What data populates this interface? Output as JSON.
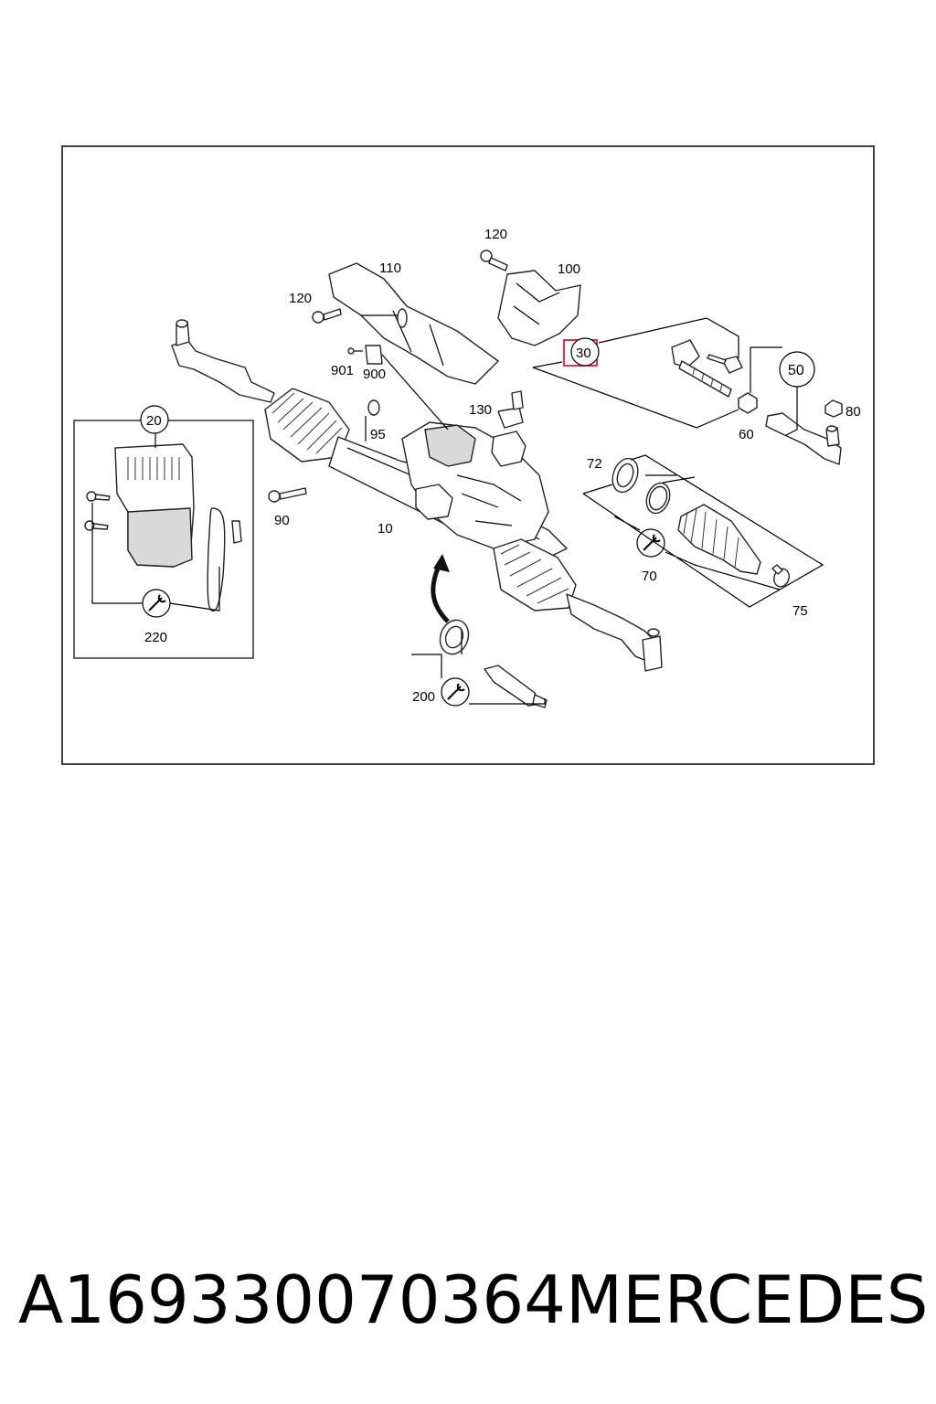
{
  "diagram": {
    "labels": {
      "l10": "10",
      "l20": "20",
      "l30": "30",
      "l50": "50",
      "l60": "60",
      "l70": "70",
      "l72": "72",
      "l75": "75",
      "l80": "80",
      "l90": "90",
      "l95": "95",
      "l100": "100",
      "l110": "110",
      "l120a": "120",
      "l120b": "120",
      "l130": "130",
      "l200": "200",
      "l220": "220",
      "l900": "900",
      "l901": "901"
    },
    "highlight_color": "#e0001a"
  },
  "footer": {
    "part_number": "A169330070364",
    "brand": "MERCEDES"
  }
}
